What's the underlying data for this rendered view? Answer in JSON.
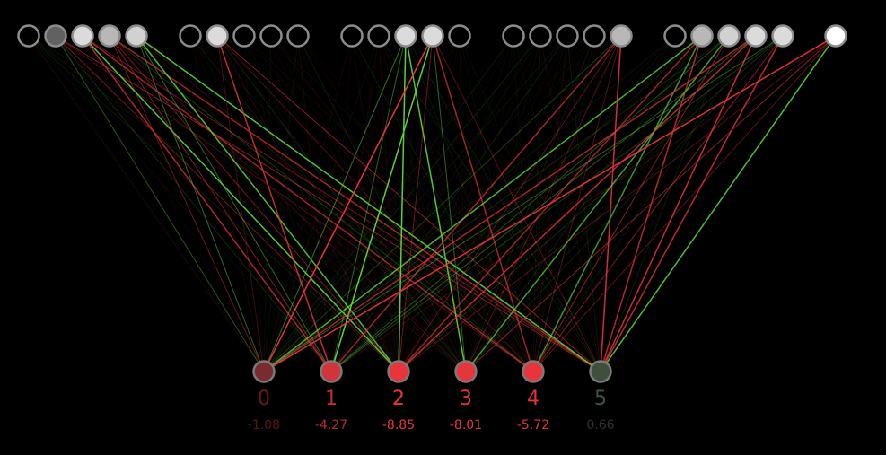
{
  "network": {
    "input_groups": [
      [
        0.0,
        0.38,
        0.86,
        0.72,
        0.82
      ],
      [
        0.0,
        0.86,
        0.0,
        0.0,
        0.0
      ],
      [
        0.0,
        0.0,
        0.86,
        0.86,
        0.0
      ],
      [
        0.0,
        0.0,
        0.0,
        0.0,
        0.72
      ],
      [
        0.0,
        0.72,
        0.82,
        0.86,
        0.86
      ],
      [
        1.0
      ]
    ],
    "outputs": [
      {
        "index": "0",
        "value": "-1.08",
        "value_num": -1.08
      },
      {
        "index": "1",
        "value": "-4.27",
        "value_num": -4.27
      },
      {
        "index": "2",
        "value": "-8.85",
        "value_num": -8.85
      },
      {
        "index": "3",
        "value": "-8.01",
        "value_num": -8.01
      },
      {
        "index": "4",
        "value": "-5.72",
        "value_num": -5.72
      },
      {
        "index": "5",
        "value": "0.66",
        "value_num": 0.66
      }
    ]
  },
  "colors": {
    "background": "#000000",
    "positive": "#5fd23c",
    "negative": "#e8353c",
    "node_outline": "#8c8c8c",
    "inactive_fill": "#000000",
    "active_fill": "#dcdcdc"
  }
}
